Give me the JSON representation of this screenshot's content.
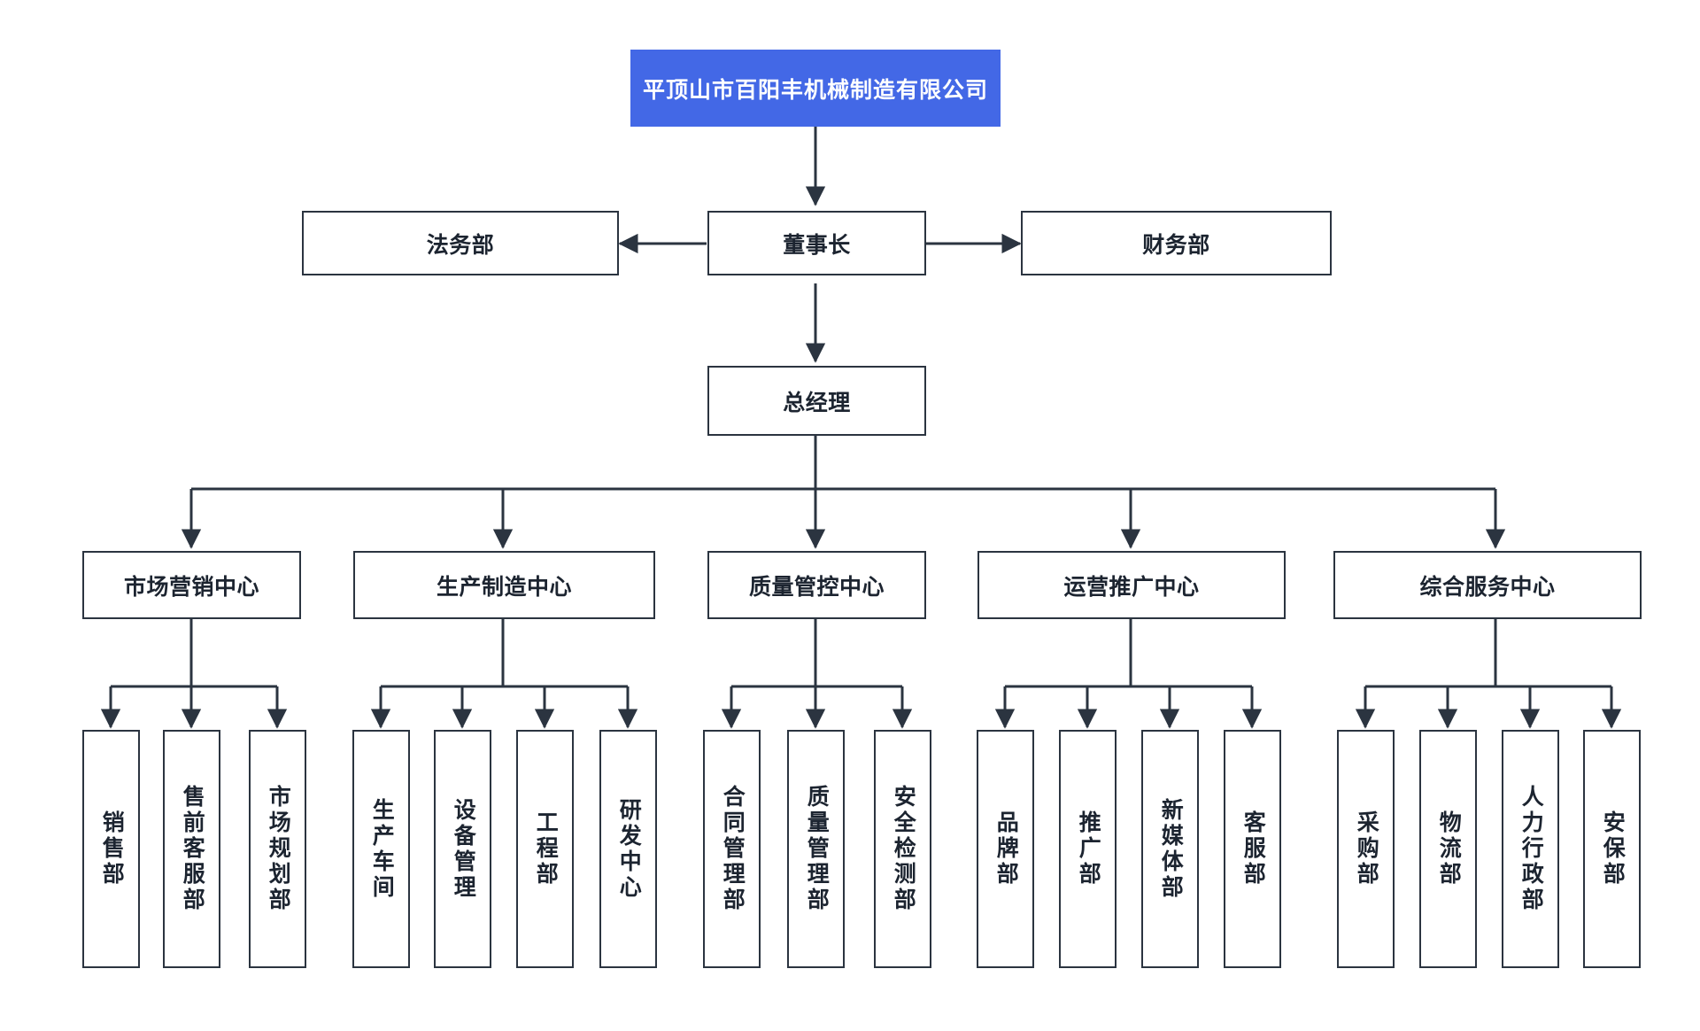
{
  "diagram": {
    "title": "平顶山市百阳丰机械制造有限公司",
    "type": "organization-chart",
    "colors": {
      "root_fill": "#4368e6",
      "root_text": "#ffffff",
      "node_border": "#2b3440",
      "node_fill": "#ffffff",
      "node_text": "#1c2430",
      "connector": "#2b3440",
      "background": "#ffffff"
    }
  },
  "nodes": {
    "root": {
      "label": "平顶山市百阳丰机械制造有限公司"
    },
    "chairman": {
      "label": "董事长"
    },
    "legal": {
      "label": "法务部"
    },
    "finance": {
      "label": "财务部"
    },
    "general_manager": {
      "label": "总经理"
    },
    "centers": [
      {
        "label": "市场营销中心",
        "children": [
          {
            "label": "销售部"
          },
          {
            "label": "售前客服部"
          },
          {
            "label": "市场规划部"
          }
        ]
      },
      {
        "label": "生产制造中心",
        "children": [
          {
            "label": "生产车间"
          },
          {
            "label": "设备管理"
          },
          {
            "label": "工程部"
          },
          {
            "label": "研发中心"
          }
        ]
      },
      {
        "label": "质量管控中心",
        "children": [
          {
            "label": "合同管理部"
          },
          {
            "label": "质量管理部"
          },
          {
            "label": "安全检测部"
          }
        ]
      },
      {
        "label": "运营推广中心",
        "children": [
          {
            "label": "品牌部"
          },
          {
            "label": "推广部"
          },
          {
            "label": "新媒体部"
          },
          {
            "label": "客服部"
          }
        ]
      },
      {
        "label": "综合服务中心",
        "children": [
          {
            "label": "采购部"
          },
          {
            "label": "物流部"
          },
          {
            "label": "人力行政部"
          },
          {
            "label": "安保部"
          }
        ]
      }
    ]
  }
}
